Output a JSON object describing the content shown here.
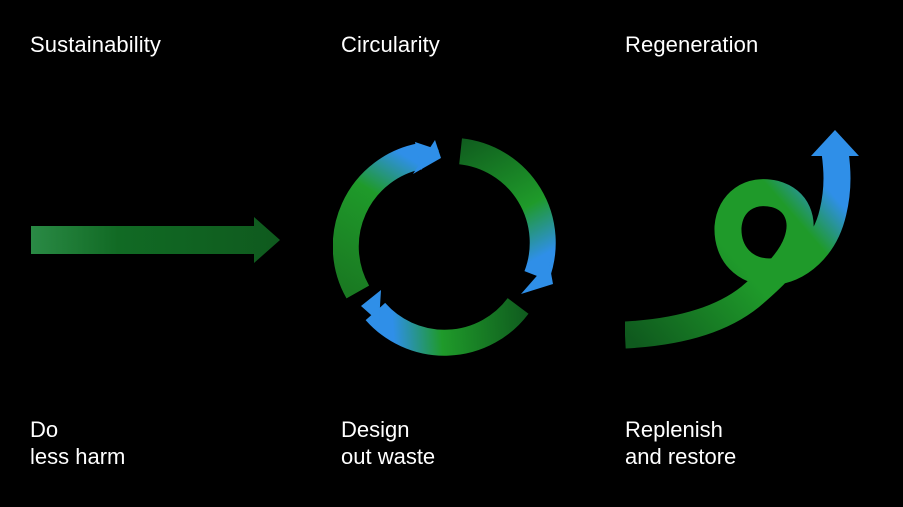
{
  "columns": [
    {
      "heading": "Sustainability",
      "caption": [
        "Do",
        "less harm"
      ],
      "graphic": "straight-arrow-icon"
    },
    {
      "heading": "Circularity",
      "caption": [
        "Design",
        "out waste"
      ],
      "graphic": "circular-arrows-icon"
    },
    {
      "heading": "Regeneration",
      "caption": [
        "Replenish",
        "and restore"
      ],
      "graphic": "loop-up-arrow-icon"
    }
  ],
  "colors": {
    "background": "#000000",
    "text": "#ffffff",
    "green_light": "#1f9a2a",
    "green_dark": "#0f5a1e",
    "blue": "#2f8fe8"
  }
}
